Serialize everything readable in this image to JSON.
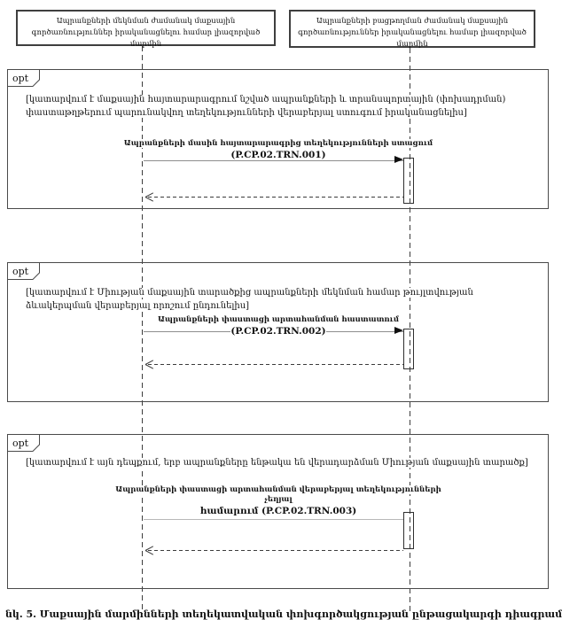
{
  "diagram": {
    "actors": [
      {
        "label": "Ապրանքների մեկնման ժամանակ մաքսային գործառնություններ իրականացնելու համար լիազորված մարմին"
      },
      {
        "label": "Ապրանքների բացթողման ժամանակ մաքսային գործառնություններ իրականացնելու համար լիազորված մարմին"
      }
    ],
    "frames": [
      {
        "operator": "opt",
        "guard": "[կատարվում է մաքսային հայտարարագրում նշված ապրանքների և տրանսպորտային (փոխադրման) փաստաթղթերում պարունակվող տեղեկությունների վերաբերյալ ստուգում իրականացնելիս]",
        "message_lines": [
          "Ապրանքների մասին հայտարարագրից տեղեկությունների ստացում",
          "(P.CP.02.TRN.001)"
        ]
      },
      {
        "operator": "opt",
        "guard": "[կատարվում է Միության մաքսային տարածքից ապրանքների մեկնման համար թույլտվության ձևակերպման վերաբերյալ որոշում ընդունելիս]",
        "message_lines": [
          "Ապրանքների փաստացի արտահանման հաստատում",
          "(P.CP.02.TRN.002)"
        ]
      },
      {
        "operator": "opt",
        "guard": "[կատարվում է այն դեպքում, երբ ապրանքները ենթակա են վերադարձման Միության մաքսային տարածք]",
        "message_lines": [
          "Ապրանքների փաստացի արտահանման վերաբերյալ տեղեկությունների չեղյալ",
          "համարում (P.CP.02.TRN.003)"
        ]
      }
    ],
    "caption_fragment": "նկ. 5. Մաքսային մարմինների տեղեկատվական փոխգործակցության ընթացակարգի դիագրամ"
  }
}
